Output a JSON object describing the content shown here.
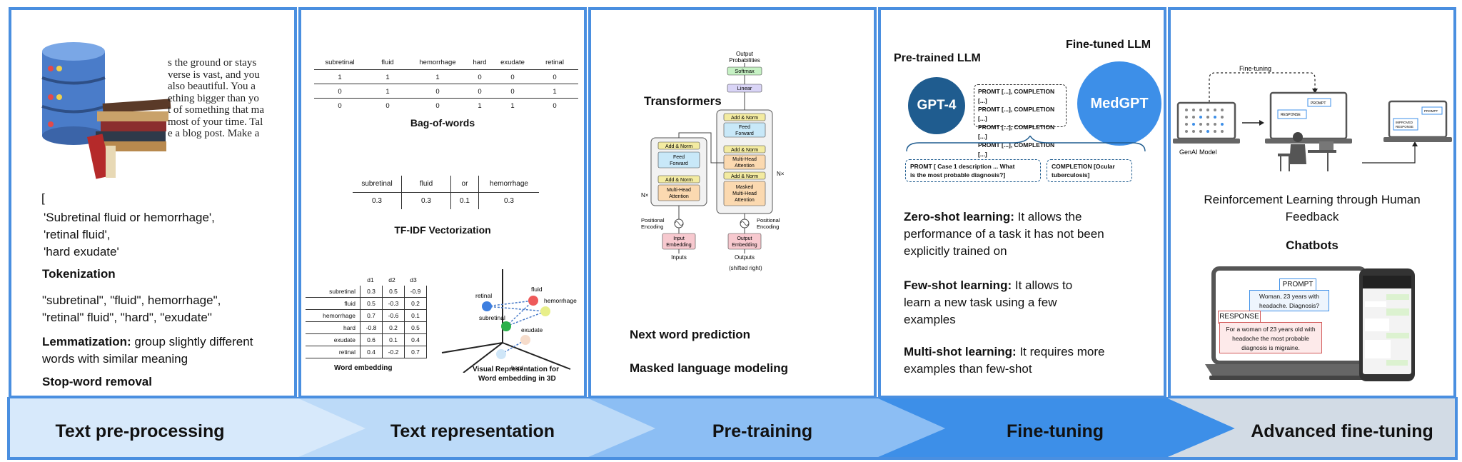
{
  "colors": {
    "border": "#4a8fe0",
    "arrow_light": "#d7e9fb",
    "arrow_mid": "#a9cff5",
    "arrow_dark": "#3d8fe8",
    "bubble": "#1f5c8f",
    "bubble_light": "#3d8fe8"
  },
  "panel1": {
    "book_text": [
      "s the ground or stays",
      "verse is vast, and you",
      "also beautiful. You a",
      "ething bigger than yo",
      "t of something that ma",
      "most of your time. Tal",
      "e a blog post. Make a"
    ],
    "bracket": "[",
    "phrases": [
      "'Subretinal fluid or hemorrhage',",
      "'retinal fluid',",
      "'hard exudate'"
    ],
    "tokenization_title": "Tokenization",
    "tokens": [
      "\"subretinal\", \"fluid\", hemorrhage\",",
      "\"retinal\" fluid\", \"hard\", \"exudate\""
    ],
    "lemmatization_title": "Lemmatization:",
    "lemmatization_text_1": "group slightly different",
    "lemmatization_text_2": "words with similar meaning",
    "stopword": "Stop-word removal"
  },
  "panel2": {
    "bow": {
      "headers": [
        "subretinal",
        "fluid",
        "hemorrhage",
        "hard",
        "exudate",
        "retinal"
      ],
      "rows": [
        [
          "1",
          "1",
          "1",
          "0",
          "0",
          "0"
        ],
        [
          "0",
          "1",
          "0",
          "0",
          "0",
          "1"
        ],
        [
          "0",
          "0",
          "0",
          "1",
          "1",
          "0"
        ]
      ],
      "caption": "Bag-of-words"
    },
    "tfidf": {
      "headers": [
        "subretinal",
        "fluid",
        "or",
        "hemorrhage"
      ],
      "values": [
        "0.3",
        "0.3",
        "0.1",
        "0.3"
      ],
      "caption": "TF-IDF Vectorization"
    },
    "embedding": {
      "headers": [
        "d1",
        "d2",
        "d3"
      ],
      "rows": [
        {
          "word": "subretinal",
          "v": [
            "0.3",
            "0.5",
            "-0.9"
          ]
        },
        {
          "word": "fluid",
          "v": [
            "0.5",
            "-0.3",
            "0.2"
          ]
        },
        {
          "word": "hemorrhage",
          "v": [
            "0.7",
            "-0.6",
            "0.1"
          ]
        },
        {
          "word": "hard",
          "v": [
            "-0.8",
            "0.2",
            "0.5"
          ]
        },
        {
          "word": "exudate",
          "v": [
            "0.6",
            "0.1",
            "0.4"
          ]
        },
        {
          "word": "retinal",
          "v": [
            "0.4",
            "-0.2",
            "0.7"
          ]
        }
      ],
      "caption": "Word embedding"
    },
    "viz3d": {
      "labels": [
        "retinal",
        "fluid",
        "hemorrhage",
        "subretinal",
        "exudate",
        "hard"
      ],
      "caption_1": "Visual Representation for",
      "caption_2": "Word embedding in 3D"
    }
  },
  "panel3": {
    "title": "Transformers",
    "output_probs_1": "Output",
    "output_probs_2": "Probabilities",
    "softmax": "Softmax",
    "linear": "Linear",
    "add_norm": "Add & Norm",
    "feed_forward_1": "Feed",
    "feed_forward_2": "Forward",
    "multi_head_1": "Multi-Head",
    "multi_head_2": "Attention",
    "masked_mha_1": "Masked",
    "masked_mha_2": "Multi-Head",
    "masked_mha_3": "Attention",
    "nx": "N×",
    "pos_enc_1": "Positional",
    "pos_enc_2": "Encoding",
    "input_emb_1": "Input",
    "input_emb_2": "Embedding",
    "output_emb_1": "Output",
    "output_emb_2": "Embedding",
    "inputs": "Inputs",
    "outputs_1": "Outputs",
    "outputs_2": "(shifted right)",
    "next_word": "Next word prediction",
    "masked_lm": "Masked language modeling"
  },
  "panel4": {
    "pretrained": "Pre-trained LLM",
    "finetuned": "Fine-tuned LLM",
    "gpt4": "GPT-4",
    "medgpt": "MedGPT",
    "promt_lines": [
      "PROMT [...], COMPLETION [...]",
      "PROMT [...], COMPLETION [...]",
      "PROMT [...], COMPLETION [...]",
      "PROMT [...], COMPLETION [...]"
    ],
    "promt_box_1": "PROMT [ Case 1 description ... What",
    "promt_box_2": "is the most probable diagnosis?]",
    "completion_box_1": "COMPLETION [Ocular",
    "completion_box_2": "tuberculosis]",
    "zero_title": "Zero-shot learning:",
    "zero_1": "It allows the",
    "zero_2": "performance of a task it has not been",
    "zero_3": "explicitly trained on",
    "few_title": "Few-shot learning:",
    "few_1": "It allows to",
    "few_2": "learn a new task using a few",
    "few_3": "examples",
    "multi_title": "Multi-shot learning:",
    "multi_1": "It requires more",
    "multi_2": "examples than few-shot"
  },
  "panel5": {
    "finetuning_label": "Fine-tuning",
    "prompt_small": "PROMPT",
    "response_small": "RESPONSE",
    "improved_1": "IMPROVED",
    "improved_2": "RESPONSE",
    "genai": "GenAI Model",
    "rlhf_1": "Reinforcement Learning through Human",
    "rlhf_2": "Feedback",
    "chatbots": "Chatbots",
    "prompt": "PROMPT",
    "prompt_text_1": "Woman, 23 years with",
    "prompt_text_2": "headache. Diagnosis?",
    "response": "RESPONSE",
    "response_text_1": "For a woman of 23 years old with",
    "response_text_2": "headache the most probable",
    "response_text_3": "diagnosis is migraine."
  },
  "stages": [
    "Text pre-processing",
    "Text representation",
    "Pre-training",
    "Fine-tuning",
    "Advanced fine-tuning"
  ]
}
